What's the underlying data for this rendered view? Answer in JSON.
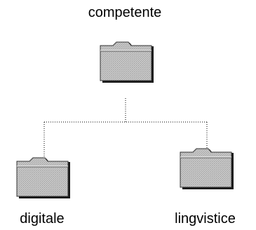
{
  "tree": {
    "root": {
      "label": "competente",
      "icon": "folder-icon"
    },
    "children": [
      {
        "label": "digitale",
        "icon": "folder-icon"
      },
      {
        "label": "lingvistice",
        "icon": "folder-icon"
      }
    ]
  },
  "colors": {
    "folder_fill": "#c4c4c4",
    "folder_texture": "#a8a8a8",
    "folder_shadow": "#1a1a1a",
    "folder_highlight": "#ffffff",
    "connector": "#000000"
  }
}
